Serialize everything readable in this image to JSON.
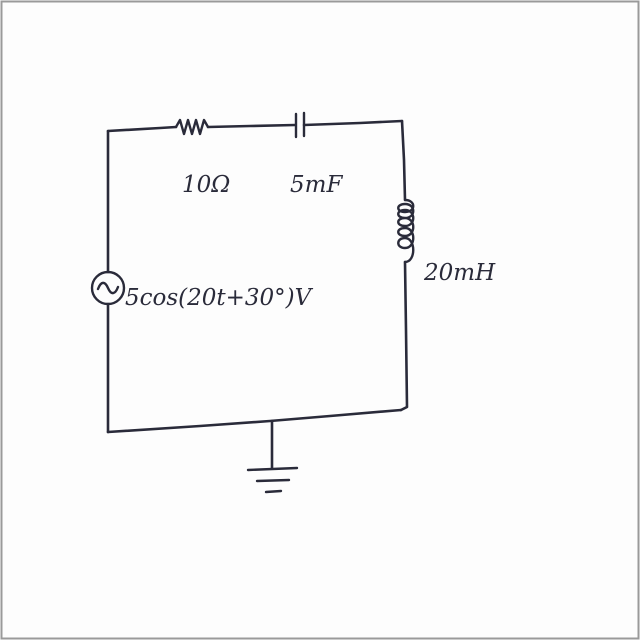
{
  "diagram": {
    "type": "circuit-schematic",
    "colors": {
      "ink": "#2a2b3a",
      "paper": "#fdfdfd"
    },
    "components": {
      "resistor": {
        "label": "10Ω"
      },
      "capacitor": {
        "label": "5mF"
      },
      "inductor": {
        "label": "20mH"
      },
      "source": {
        "label": "5cos(20t+30°)V",
        "icon": "ac-source-icon"
      },
      "ground": {
        "icon": "ground-icon"
      }
    }
  }
}
